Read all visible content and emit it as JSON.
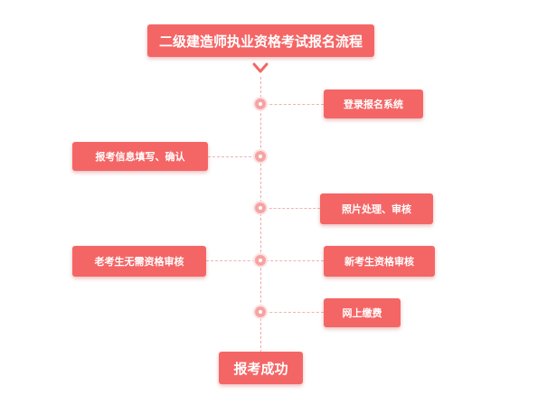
{
  "title": "二级建造师执业资格考试报名流程",
  "steps": {
    "login": "登录报名系统",
    "fill_info": "报考信息填写、确认",
    "photo": "照片处理、审核",
    "old_candidate": "老考生无需资格审核",
    "new_candidate": "新考生资格审核",
    "payment": "网上缴费"
  },
  "final": "报考成功",
  "colors": {
    "box_fill": "#f46666",
    "connector": "#f1a6a6",
    "node": "#f6a3a3"
  },
  "icons": {
    "down_arrow": "chevron-down-icon"
  }
}
